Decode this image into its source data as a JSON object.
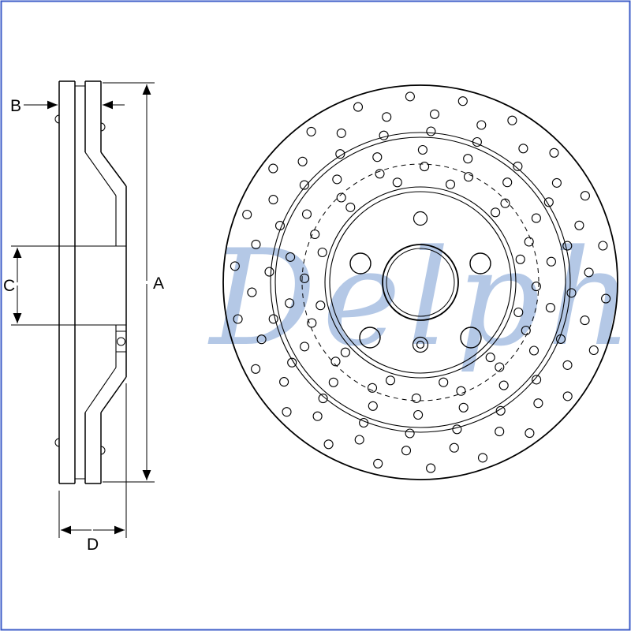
{
  "watermark": {
    "text": "Delphi",
    "color": "#b4c8e6"
  },
  "frame": {
    "border_color": "#3d5cc8"
  },
  "dimensions": {
    "a": "A",
    "b": "B",
    "c": "C",
    "d": "D"
  }
}
